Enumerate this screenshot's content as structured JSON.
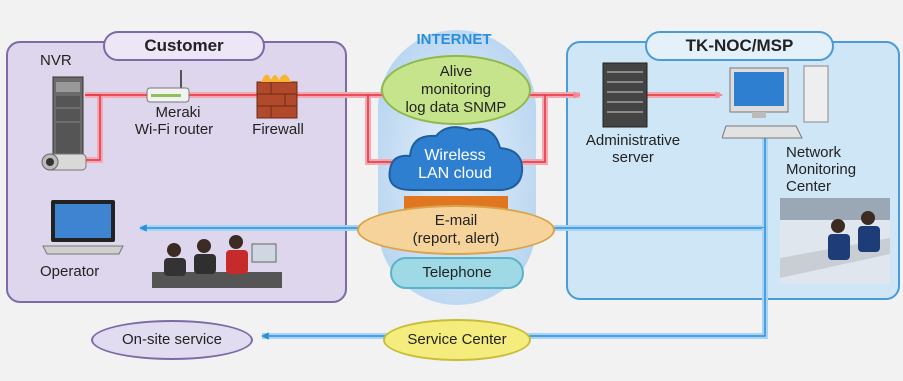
{
  "customer": {
    "title": "Customer",
    "nvr": "NVR",
    "router_line1": "Meraki",
    "router_line2": "Wi-Fi router",
    "firewall": "Firewall",
    "operator": "Operator"
  },
  "internet": {
    "title": "INTERNET",
    "alive_line1": "Alive",
    "alive_line2": "monitoring",
    "alive_line3": "log data SNMP",
    "cloud_line1": "Wireless",
    "cloud_line2": "LAN cloud",
    "email_line1": "E-mail",
    "email_line2": "(report, alert)",
    "telephone": "Telephone"
  },
  "noc": {
    "title": "TK-NOC/MSP",
    "server_line1": "Administrative",
    "server_line2": "server",
    "center_line1": "Network",
    "center_line2": "Monitoring",
    "center_line3": "Center"
  },
  "bottom": {
    "onsite": "On-site service",
    "service_center": "Service Center"
  },
  "colors": {
    "customer_panel": "#ddd6ec",
    "customer_border": "#7d6aa6",
    "noc_panel": "#cfe6f7",
    "noc_border": "#4a9bd6",
    "internet_band": "#cfe3f6",
    "red_link": "#e8313a",
    "blue_link": "#2a8fd9",
    "yellow_bubble": "#f4ec7c",
    "green_bubble": "#c6e48c",
    "orange_bubble": "#f6d39a",
    "teal_bubble": "#9fd9e6"
  }
}
